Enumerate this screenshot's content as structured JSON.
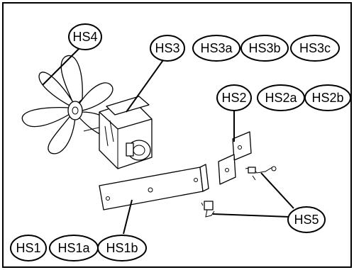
{
  "callouts": {
    "hs4": "HS4",
    "hs3": "HS3",
    "hs3a": "HS3a",
    "hs3b": "HS3b",
    "hs3c": "HS3c",
    "hs2": "HS2",
    "hs2a": "HS2a",
    "hs2b": "HS2b",
    "hs5": "HS5",
    "hs1": "HS1",
    "hs1a": "HS1a",
    "hs1b": "HS1b"
  },
  "colors": {
    "stroke": "#000000",
    "background": "#ffffff"
  }
}
